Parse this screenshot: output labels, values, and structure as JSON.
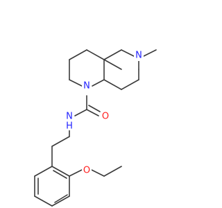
{
  "molecule": {
    "atoms": {
      "n_methylamine": {
        "symbol": "N",
        "color": "#2323ff"
      },
      "n_ring": {
        "symbol": "N",
        "color": "#2323ff"
      },
      "n_amide": {
        "symbol": "N",
        "color": "#2323ff"
      },
      "h_amide": {
        "symbol": "H",
        "color": "#2323ff"
      },
      "o_carbonyl": {
        "symbol": "O",
        "color": "#ff2020"
      },
      "o_ether": {
        "symbol": "O",
        "color": "#ff2020"
      }
    },
    "bond_color": "#3a3a3a"
  }
}
